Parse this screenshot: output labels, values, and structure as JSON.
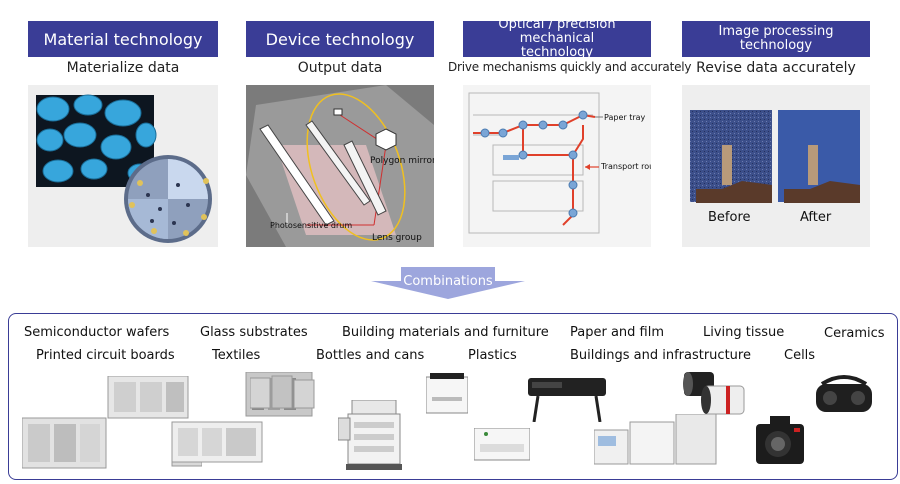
{
  "technologies": [
    {
      "title": "Material technology",
      "subtitle": "Materialize data"
    },
    {
      "title": "Device technology",
      "subtitle": "Output data"
    },
    {
      "title": "Optical / precision mechanical technology",
      "subtitle": "Drive mechanisms quickly and accurately"
    },
    {
      "title": "Image processing technology",
      "subtitle": "Revise data accurately"
    }
  ],
  "device_panel": {
    "polygon_mirror": "Polygon mirror",
    "drum_label": "Photosensitive drum",
    "lens_group": "Lens group"
  },
  "optical_panel": {
    "paper_tray": "Paper tray",
    "transport_route": "Transport route"
  },
  "image_panel": {
    "before": "Before",
    "after": "After"
  },
  "combinations_label": "Combinations",
  "applications": [
    "Semiconductor wafers",
    "Printed circuit boards",
    "Glass substrates",
    "Textiles",
    "Building materials and furniture",
    "Bottles and cans",
    "Plastics",
    "Paper and film",
    "Buildings and infrastructure",
    "Living tissue",
    "Cells",
    "Ceramics"
  ],
  "colors": {
    "header_bg": "#3a3d96",
    "arrow": "#9da6dd",
    "route": "#e0402a",
    "border": "#3a3d96"
  }
}
